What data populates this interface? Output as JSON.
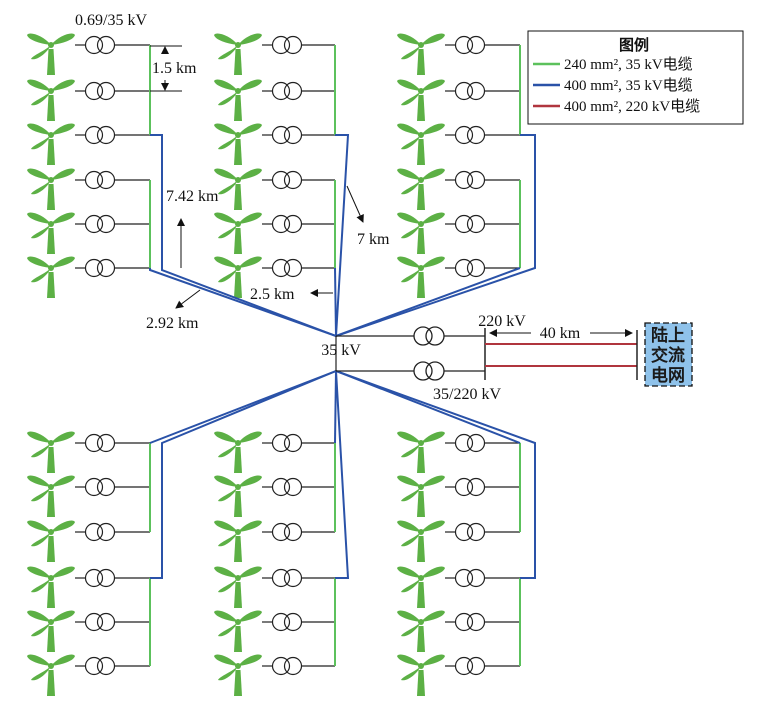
{
  "labels": {
    "turbine_transformer": "0.69/35 kV",
    "spacing": "1.5 km",
    "branch_length": "7.42 km",
    "feeder_a": "2.92 km",
    "feeder_b": "2.5 km",
    "feeder_c": "7 km",
    "collector_bus": "35 kV",
    "hv_bus": "220 kV",
    "export_length": "40 km",
    "substation_transformer": "35/220 kV"
  },
  "legend": {
    "title": "图例",
    "items": [
      {
        "label": "240 mm², 35 kV电缆",
        "color": "#5cc15c"
      },
      {
        "label": "400 mm², 35 kV电缆",
        "color": "#2a52a8"
      },
      {
        "label": "400 mm², 220 kV电缆",
        "color": "#b0353e"
      }
    ]
  },
  "grid": {
    "lines": [
      "陆上",
      "交流",
      "电网"
    ],
    "fill": "#8fc2ea"
  },
  "colors": {
    "turbine": "#5cb045",
    "cable_240": "#5cc15c",
    "cable_400": "#2a52a8",
    "cable_220": "#b0353e",
    "wire": "#222222"
  },
  "layout": {
    "clusters_per_row": 3,
    "turbines_per_cluster": 6,
    "rows": 2
  }
}
